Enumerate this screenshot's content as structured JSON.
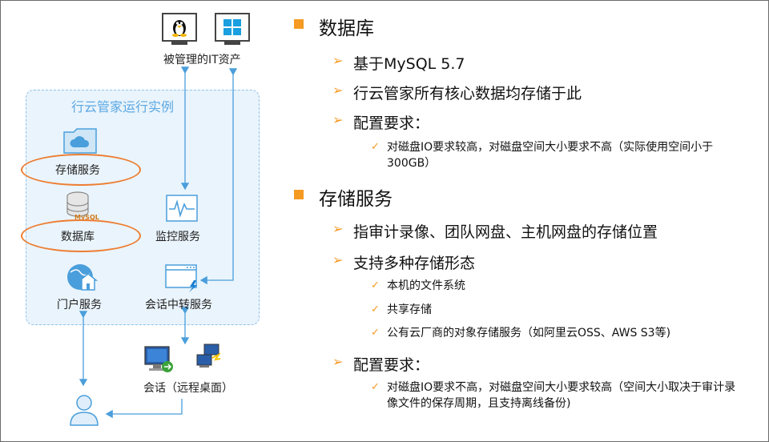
{
  "diagram": {
    "managed_assets_label": "被管理的IT资产",
    "instance_title": "行云管家运行实例",
    "storage_service_label": "存储服务",
    "database_label": "数据库",
    "mysql_badge": "MySQL",
    "monitor_service_label": "监控服务",
    "portal_service_label": "门户服务",
    "session_relay_label": "会话中转服务",
    "session_label": "会话（远程桌面）"
  },
  "panel": {
    "db": {
      "title": "数据库",
      "items": [
        "基于MySQL 5.7",
        "行云管家所有核心数据均存储于此",
        "配置要求："
      ],
      "req": "对磁盘IO要求较高，对磁盘空间大小要求不高（实际使用空间小于300GB）"
    },
    "storage": {
      "title": "存储服务",
      "items": [
        "指审计录像、团队网盘、主机网盘的存储位置",
        "支持多种存储形态",
        "配置要求："
      ],
      "forms": [
        "本机的文件系统",
        "共享存储",
        "公有云厂商的对象存储服务（如阿里云OSS、AWS S3等)"
      ],
      "req": "对磁盘IO要求不高，对磁盘空间大小要求较高（空间大小取决于审计录像文件的保存周期，且支持离线备份)"
    }
  },
  "colors": {
    "accent": "#f59a23",
    "ellipse": "#ed7d31",
    "arrow": "#4a9edb",
    "box_fill": "#eaf4fc"
  }
}
